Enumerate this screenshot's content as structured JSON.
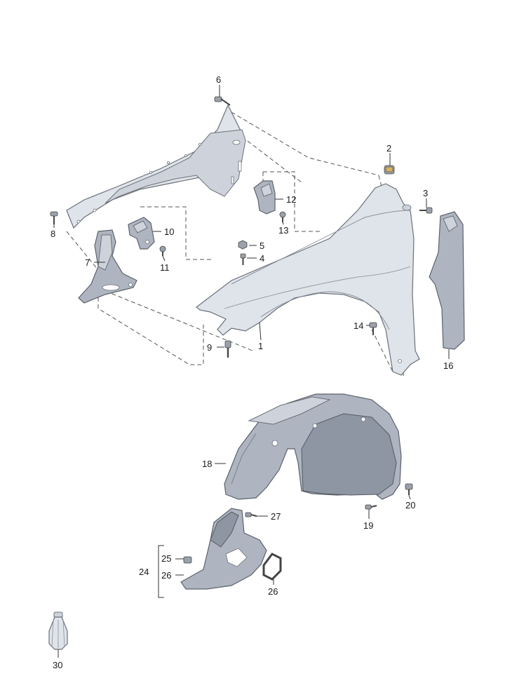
{
  "callouts": {
    "c1": "1",
    "c2": "2",
    "c3": "3",
    "c4": "4",
    "c5": "5",
    "c6": "6",
    "c7": "7",
    "c8": "8",
    "c9": "9",
    "c10": "10",
    "c11": "11",
    "c12": "12",
    "c13": "13",
    "c14": "14",
    "c16": "16",
    "c18": "18",
    "c19": "19",
    "c20": "20",
    "c24": "24",
    "c25": "25",
    "c26a": "26",
    "c26b": "26",
    "c27": "27",
    "c30": "30"
  }
}
